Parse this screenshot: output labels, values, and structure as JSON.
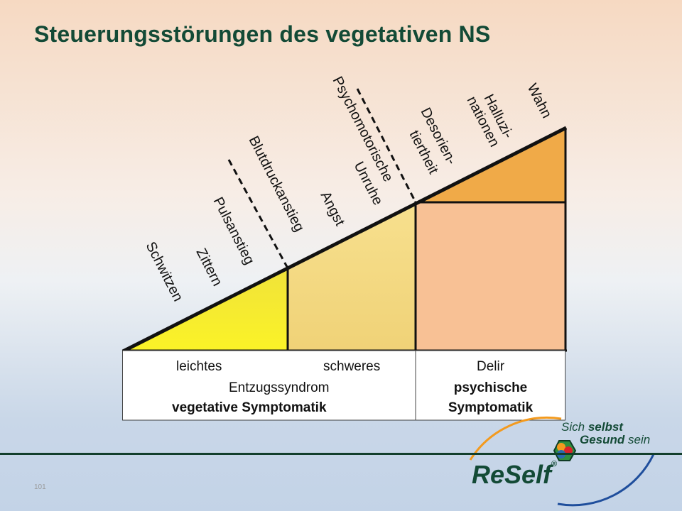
{
  "slide": {
    "title": "Steuerungsstörungen des vegetativen NS",
    "page_number": "101"
  },
  "symptoms": {
    "schwitzen": "Schwitzen",
    "zittern": "Zittern",
    "pulsanstieg": "Pulsanstieg",
    "blutdruckanstieg": "Blutdruckanstieg",
    "angst": "Angst",
    "psycho_line1": "Psychomotorische",
    "psycho_line2": "Unruhe",
    "desor_line1": "Desorien-",
    "desor_line2": "tiertheit",
    "halluz_line1": "Halluzi-",
    "halluz_line2": "nationen",
    "wahn": "Wahn"
  },
  "box": {
    "leichtes": "leichtes",
    "schweres": "schweres",
    "entzugssyndrom": "Entzugssyndrom",
    "vegetative": "vegetative Symptomatik",
    "delir": "Delir",
    "psychische_line1": "psychische",
    "psychische_line2": "Symptomatik"
  },
  "logo": {
    "tagline_sich": "Sich",
    "tagline_selbst": "selbst",
    "tagline_gesund": "Gesund",
    "tagline_sein": "sein",
    "brand": "ReSelf",
    "registered": "®"
  },
  "colors": {
    "title": "#134a36",
    "mild_fill": "#f7ee2c",
    "severe_fill": "#f0d37a",
    "delir_fill": "#f8c195",
    "top_fill": "#f0aa48"
  }
}
